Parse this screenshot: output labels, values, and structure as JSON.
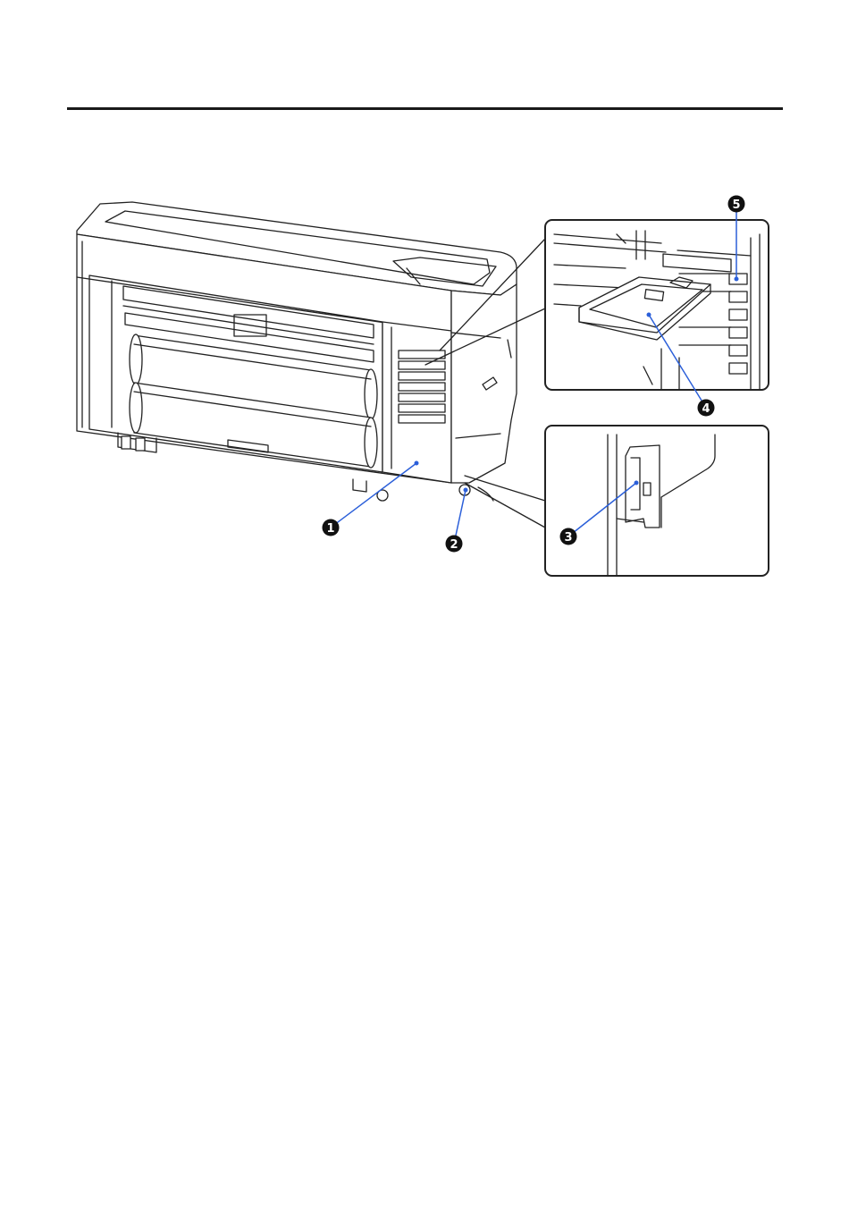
{
  "figure": {
    "callouts": [
      {
        "number": "1",
        "part": "1"
      },
      {
        "number": "2",
        "part": "2"
      },
      {
        "number": "3",
        "part": "3"
      },
      {
        "number": "4",
        "part": "4"
      },
      {
        "number": "5",
        "part": "5"
      }
    ]
  },
  "colors": {
    "rule": "#1a1a1a",
    "line": "#222222",
    "leader": "#2b5fd9",
    "badge": "#111111"
  }
}
